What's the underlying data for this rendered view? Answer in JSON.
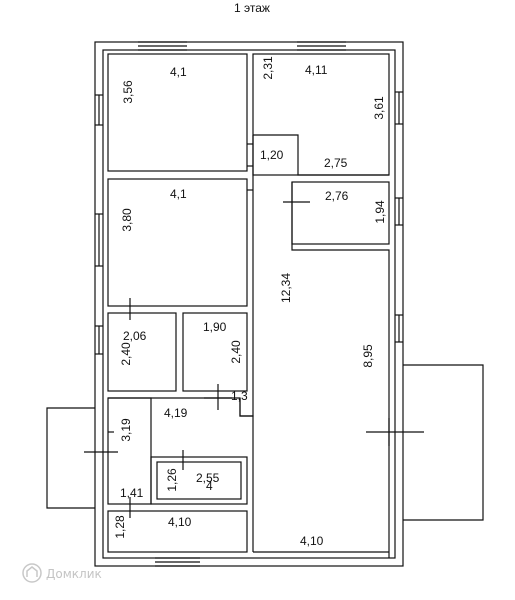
{
  "floor_title": "1 этаж",
  "watermark": "Домклик",
  "colors": {
    "line": "#111111",
    "watermark": "#c8c8c8"
  },
  "rooms": [
    {
      "id": "room-top-left",
      "width": "4,1",
      "height": "3,56"
    },
    {
      "id": "room-top-right",
      "width": "4,11",
      "height": "3,61",
      "extra": "2,31"
    },
    {
      "id": "corridor-notch",
      "width": "1,20",
      "extra": "2,75"
    },
    {
      "id": "room-right-small",
      "width": "2,76",
      "height": "1,94"
    },
    {
      "id": "room-mid-left",
      "width": "4,1",
      "height": "3,80"
    },
    {
      "id": "corridor-long",
      "height": "12,34"
    },
    {
      "id": "room-small-a",
      "width": "2,06",
      "height": "2,40"
    },
    {
      "id": "room-small-b",
      "width": "1,90",
      "height": "2,40"
    },
    {
      "id": "hall",
      "width": "4,19",
      "height": "3,19",
      "extra": "1,3"
    },
    {
      "id": "closet",
      "width": "2,55",
      "height": "1,26",
      "extra": "4"
    },
    {
      "id": "stair-gap",
      "width": "1,41"
    },
    {
      "id": "room-bottom-left",
      "width": "4,10",
      "height": "1,28"
    },
    {
      "id": "living-room",
      "width": "4,10",
      "height": "8,95"
    }
  ]
}
